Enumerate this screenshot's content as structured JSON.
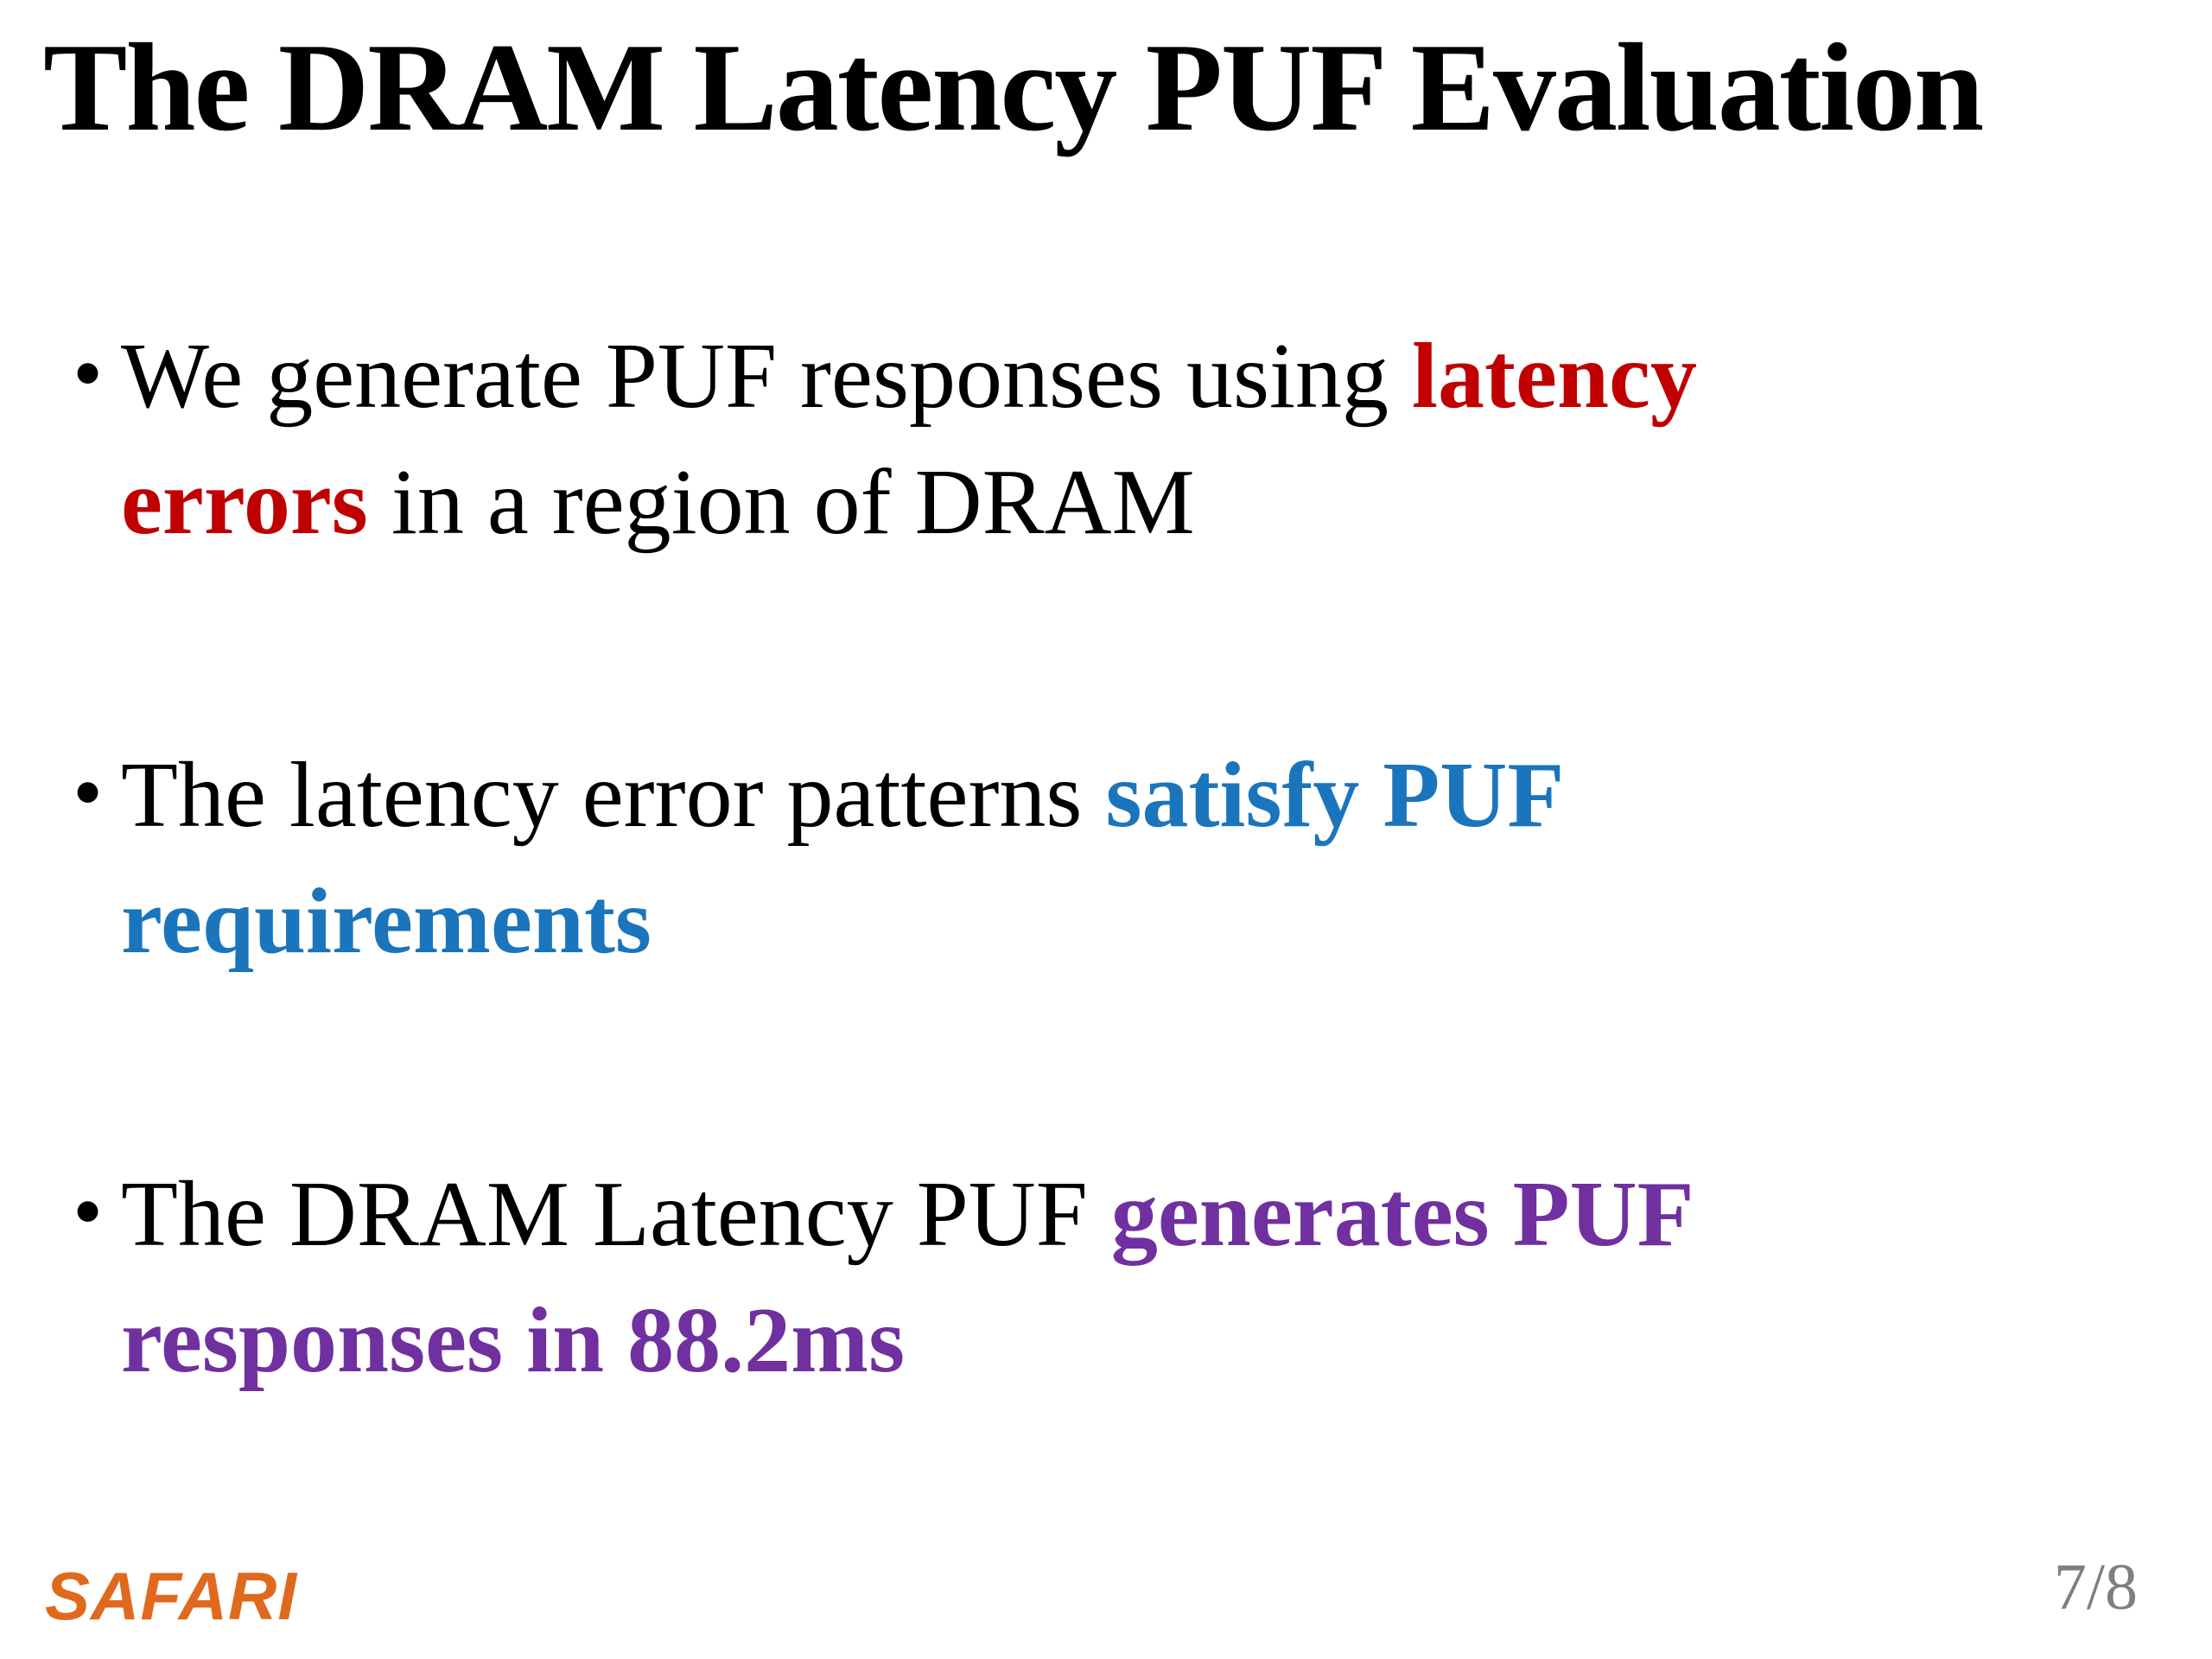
{
  "slide": {
    "title": "The DRAM Latency PUF Evaluation",
    "bullets": [
      {
        "marker": "•",
        "seg1": "We generate PUF responses using ",
        "seg2": "latency",
        "seg3": "errors",
        "seg4": " in a region of DRAM"
      },
      {
        "marker": "•",
        "seg1": "The latency error patterns ",
        "seg2": "satisfy PUF",
        "seg3": "requirements",
        "seg4": ""
      },
      {
        "marker": "•",
        "seg1": "The DRAM Latency PUF ",
        "seg2": "generates PUF",
        "seg3": "responses in 88.2ms",
        "seg4": ""
      }
    ],
    "footer": {
      "logo": "SAFARI",
      "page": "7/8"
    },
    "colors": {
      "background": "#FFFFFF",
      "text": "#000000",
      "red": "#C00000",
      "blue": "#1B75BC",
      "purple": "#7030A0",
      "orange": "#E0691E",
      "gray": "#7F7F7F"
    }
  }
}
